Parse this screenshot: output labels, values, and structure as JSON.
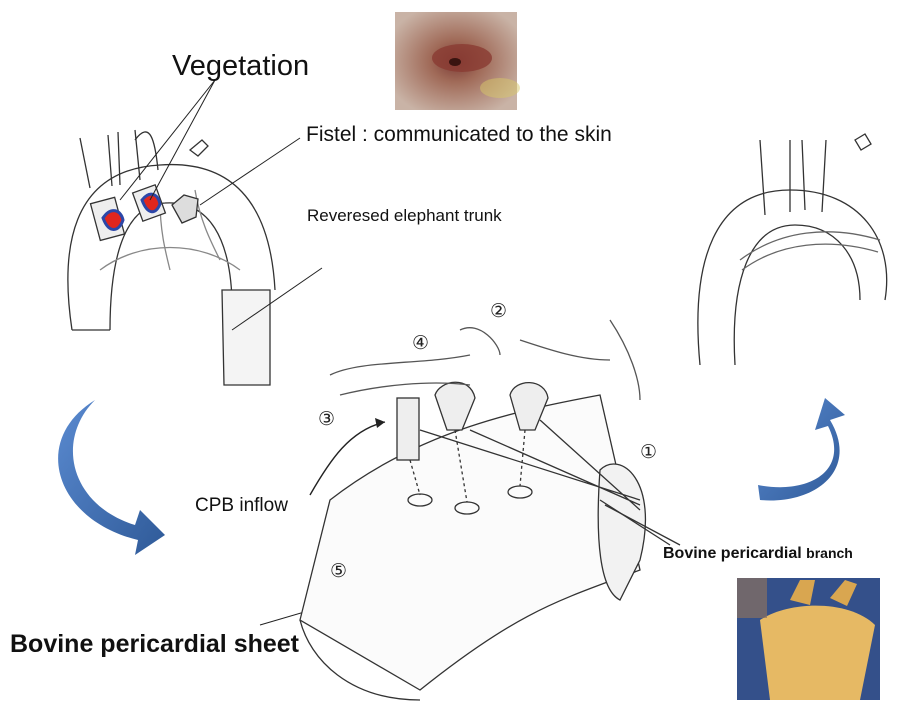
{
  "labels": {
    "vegetation": "Vegetation",
    "fistel": "Fistel : communicated to the skin",
    "elephant_trunk": "Reveresed elephant trunk",
    "cpb_inflow": "CPB inflow",
    "bovine_branch_bold": "Bovine pericardial",
    "bovine_branch_rest": "branch",
    "bovine_sheet": "Bovine pericardial sheet"
  },
  "steps": [
    "①",
    "②",
    "③",
    "④",
    "⑤"
  ],
  "colors": {
    "arrow_blue": "#3e6fb0",
    "vegetation_red": "#e0261e",
    "vegetation_blue": "#2c47a8",
    "photo_skin": "#8e6552",
    "photo_blue_bg": "#34508a",
    "photo_sheet": "#e6b964"
  },
  "icons": {
    "left_arrow": "curved-arrow-clockwise-down-icon",
    "right_arrow": "curved-arrow-up-icon"
  }
}
